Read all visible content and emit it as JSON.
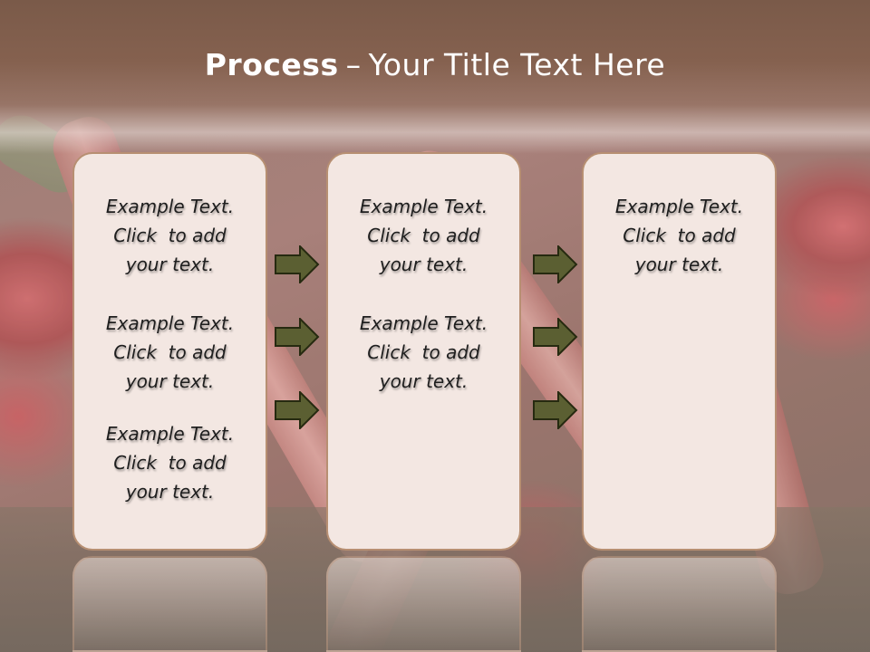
{
  "title": {
    "bold": "Process",
    "separator": "–",
    "rest": "Your Title Text Here"
  },
  "columns": [
    {
      "paragraphs": [
        {
          "line1": "Example Text.",
          "line2": "Click  to add",
          "line3": "your text."
        },
        {
          "line1": "Example Text.",
          "line2": "Click  to add",
          "line3": "your text."
        },
        {
          "line1": "Example Text.",
          "line2": "Click  to add",
          "line3": "your text."
        }
      ]
    },
    {
      "paragraphs": [
        {
          "line1": "Example Text.",
          "line2": "Click  to add",
          "line3": "your text."
        },
        {
          "line1": "Example Text.",
          "line2": "Click  to add",
          "line3": "your text."
        }
      ]
    },
    {
      "paragraphs": [
        {
          "line1": "Example Text.",
          "line2": "Click  to add",
          "line3": "your text."
        }
      ]
    }
  ],
  "colors": {
    "arrow_fill": "#5b5f32",
    "arrow_stroke": "#262a10",
    "box_fill": "#f3e7e2",
    "box_border": "#b78f72",
    "title_band": "#7a5a49"
  },
  "icons": {
    "arrow": "right-arrow-icon"
  }
}
